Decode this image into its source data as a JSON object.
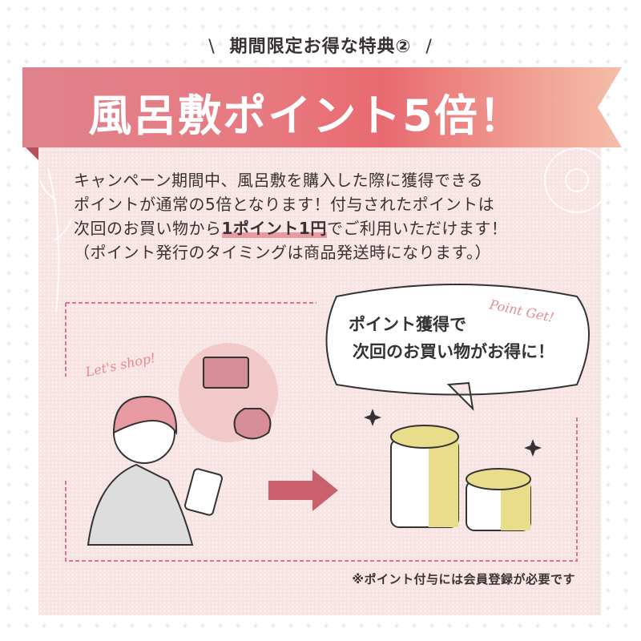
{
  "subtitle": {
    "text": "期間限定お得な特典②",
    "left_mark": "\\",
    "right_mark": "/"
  },
  "ribbon": {
    "title": "風呂敷ポイント5倍！"
  },
  "description": {
    "line1": "キャンペーン期間中、風呂敷を購入した際に獲得できる",
    "line2": "ポイントが通常の5倍となります！付与されたポイントは",
    "line3_pre": "次回のお買い物から",
    "line3_highlight": "1ポイント1円",
    "line3_post": "でご利用いただけます！",
    "line4": "（ポイント発行のタイミングは商品発送時になります。）"
  },
  "illustration": {
    "lets_shop": "Let's shop!",
    "point_get": "Point Get!",
    "bubble_line1": "ポイント獲得で",
    "bubble_line2": "次回のお買い物がお得に！"
  },
  "note": "※ポイント付与には会員登録が必要です",
  "colors": {
    "accent": "#e86a70",
    "panel": "#f8e3e3",
    "text": "#3a3232",
    "coin": "#e9dc8a"
  }
}
